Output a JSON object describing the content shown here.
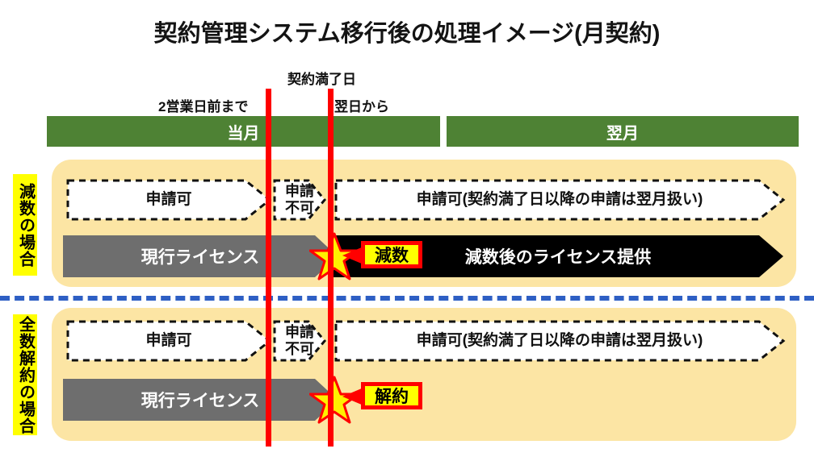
{
  "title": "契約管理システム移行後の処理イメージ(月契約)",
  "annotations": {
    "before_deadline": "2営業日前まで",
    "expiry_date": "契約満了日",
    "from_next_day": "翌日から"
  },
  "timeline_header": {
    "current_month": "当月",
    "next_month": "翌月"
  },
  "sections": [
    {
      "side_label": "減数の場合",
      "application_row": [
        {
          "text": "申請可"
        },
        {
          "text": "申請\n不可"
        },
        {
          "text": "申請可(契約満了日以降の申請は翌月扱い)"
        }
      ],
      "license_row": [
        {
          "text": "現行ライセンス",
          "fill": "#6E6E6E"
        },
        {
          "text": "減数後のライセンス提供",
          "fill": "#000000"
        }
      ],
      "callout": "減数"
    },
    {
      "side_label": "全数解約の場合",
      "application_row": [
        {
          "text": "申請可"
        },
        {
          "text": "申請\n不可"
        },
        {
          "text": "申請可(契約満了日以降の申請は翌月扱い)"
        }
      ],
      "license_row": [
        {
          "text": "現行ライセンス",
          "fill": "#6E6E6E"
        }
      ],
      "callout": "解約"
    }
  ],
  "colors": {
    "green_header": "#4E8234",
    "panel_yellow": "#FCE5A4",
    "red_line": "#FF0000",
    "gray_bar": "#6E6E6E",
    "black_bar": "#000000",
    "star_yellow": "#FFF000",
    "callout_yellow": "#FFFF00",
    "divider_blue": "#2E5FC4",
    "label_yellow": "#FFFF00"
  },
  "icons": {
    "star": "star-icon",
    "callout_pointer": "callout-tail-icon"
  }
}
